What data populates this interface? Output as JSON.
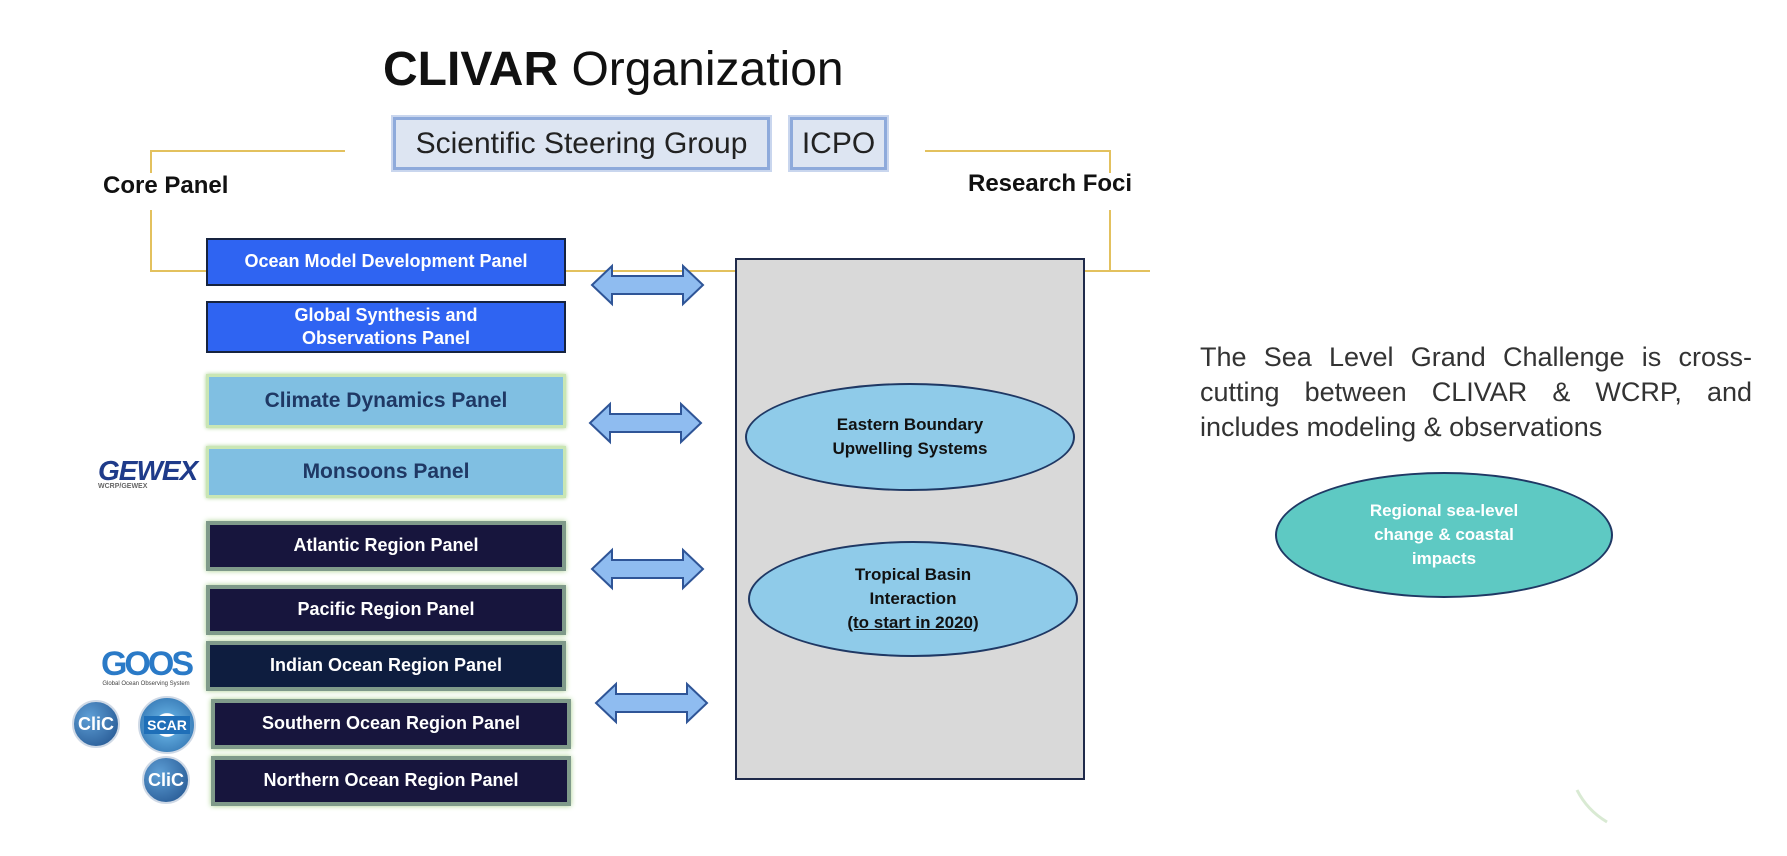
{
  "title": {
    "bold": "CLIVAR",
    "rest": " Organization"
  },
  "header_boxes": {
    "ssg": "Scientific Steering Group",
    "icpo": "ICPO"
  },
  "labels": {
    "core_panel": "Core Panel",
    "research_foci": "Research Foci"
  },
  "core_panels": [
    {
      "label": "Ocean Model Development Panel",
      "color": "#2f64f2"
    },
    {
      "label": "Global Synthesis and Observations Panel",
      "color": "#2f64f2"
    },
    {
      "label": "Climate Dynamics Panel",
      "color": "#80bfe2"
    },
    {
      "label": "Monsoons Panel",
      "color": "#80bfe2"
    },
    {
      "label": "Atlantic Region Panel",
      "color": "#17153d"
    },
    {
      "label": "Pacific Region Panel",
      "color": "#17153d"
    },
    {
      "label": "Indian Ocean Region Panel",
      "color": "#17153d"
    },
    {
      "label": "Southern Ocean Region Panel",
      "color": "#17153d"
    },
    {
      "label": "Northern Ocean Region Panel",
      "color": "#17153d"
    }
  ],
  "research_foci": [
    {
      "line1": "Eastern Boundary",
      "line2": "Upwelling Systems"
    },
    {
      "line1": "Tropical Basin",
      "line2": "Interaction",
      "note": "(to start in 2020)"
    }
  ],
  "side_text": "The Sea Level Grand Challenge is cross-cutting between CLIVAR & WCRP, and includes modeling  & observations",
  "grand_challenge": {
    "line1": "Regional sea-level",
    "line2": "change & coastal",
    "line3": "impacts"
  },
  "logos": {
    "gewex": "GEWEX",
    "gewex_sub": "WCRP/GEWEX",
    "goos": "GOOS",
    "goos_sub": "Global Ocean Observing System",
    "clic": "CliC",
    "scar": "SCAR"
  },
  "colors": {
    "bracket": "#e3c15e",
    "arrow_fill": "#8fbcf0",
    "arrow_stroke": "#2f5597"
  }
}
